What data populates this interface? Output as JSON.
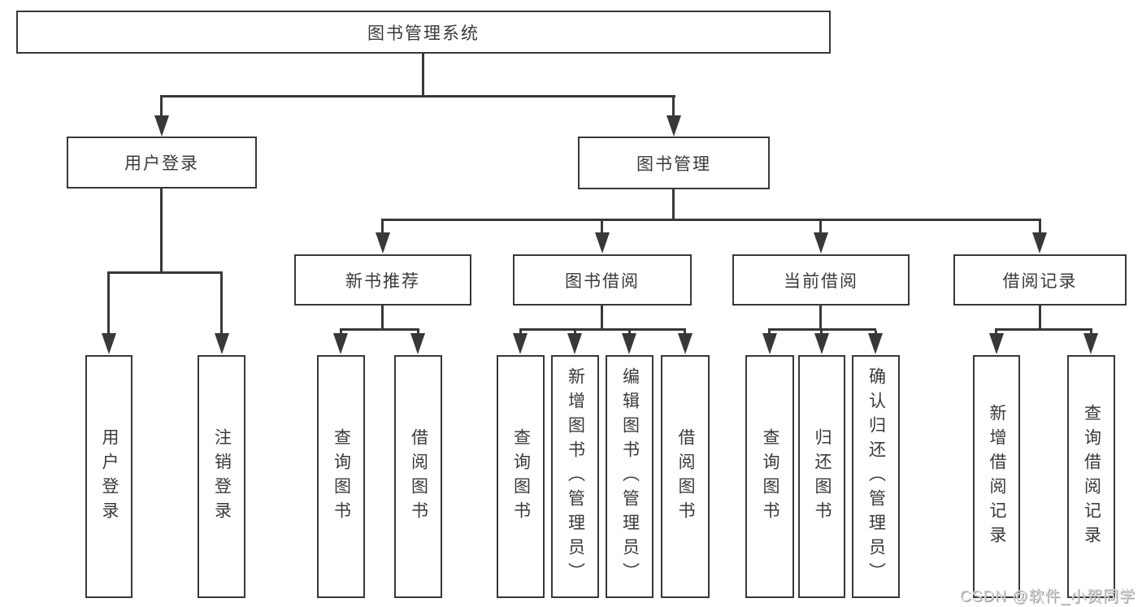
{
  "diagram": {
    "root": {
      "label": "图书管理系统"
    },
    "level2": [
      {
        "id": "user-login",
        "label": "用户登录"
      },
      {
        "id": "book-management",
        "label": "图书管理"
      }
    ],
    "level3": [
      {
        "id": "new-book-recommend",
        "parent": "book-management",
        "label": "新书推荐"
      },
      {
        "id": "book-borrow",
        "parent": "book-management",
        "label": "图书借阅"
      },
      {
        "id": "current-borrow",
        "parent": "book-management",
        "label": "当前借阅"
      },
      {
        "id": "borrow-records",
        "parent": "book-management",
        "label": "借阅记录"
      }
    ],
    "leaves": [
      {
        "parent": "user-login",
        "label": "用户登录"
      },
      {
        "parent": "user-login",
        "label": "注销登录"
      },
      {
        "parent": "new-book-recommend",
        "label": "查询图书"
      },
      {
        "parent": "new-book-recommend",
        "label": "借阅图书"
      },
      {
        "parent": "book-borrow",
        "label": "查询图书"
      },
      {
        "parent": "book-borrow",
        "label": "新增图书（管理员）"
      },
      {
        "parent": "book-borrow",
        "label": "编辑图书（管理员）"
      },
      {
        "parent": "book-borrow",
        "label": "借阅图书"
      },
      {
        "parent": "current-borrow",
        "label": "查询图书"
      },
      {
        "parent": "current-borrow",
        "label": "归还图书"
      },
      {
        "parent": "current-borrow",
        "label": "确认归还（管理员）"
      },
      {
        "parent": "borrow-records",
        "label": "新增借阅记录"
      },
      {
        "parent": "borrow-records",
        "label": "查询借阅记录"
      }
    ],
    "watermark": "CSDN @软件_小贺同学",
    "colors": {
      "line": "#383838",
      "text": "#3a3a3a",
      "watermark": "#d8d8d8",
      "background": "#ffffff"
    }
  }
}
